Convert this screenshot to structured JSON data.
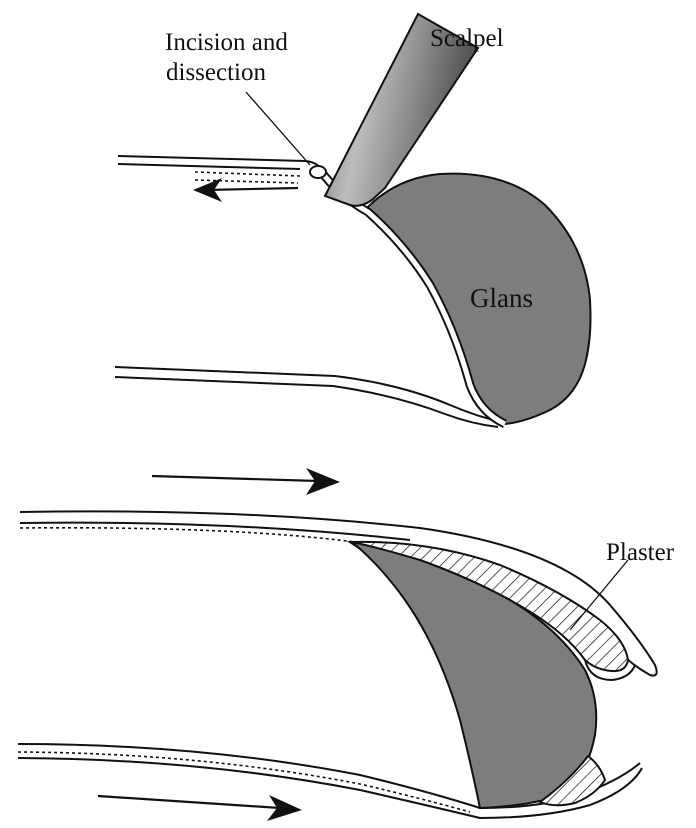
{
  "labels": {
    "incision_line1": "Incision and",
    "incision_line2": "dissection",
    "scalpel": "Scalpel",
    "glans": "Glans",
    "plaster": "Plaster"
  },
  "colors": {
    "stroke": "#111111",
    "tissue_gray": "#7d7d7d",
    "background": "#ffffff"
  },
  "icons": {
    "arrow_left": "arrow-left-icon",
    "arrow_right": "arrow-right-icon"
  }
}
